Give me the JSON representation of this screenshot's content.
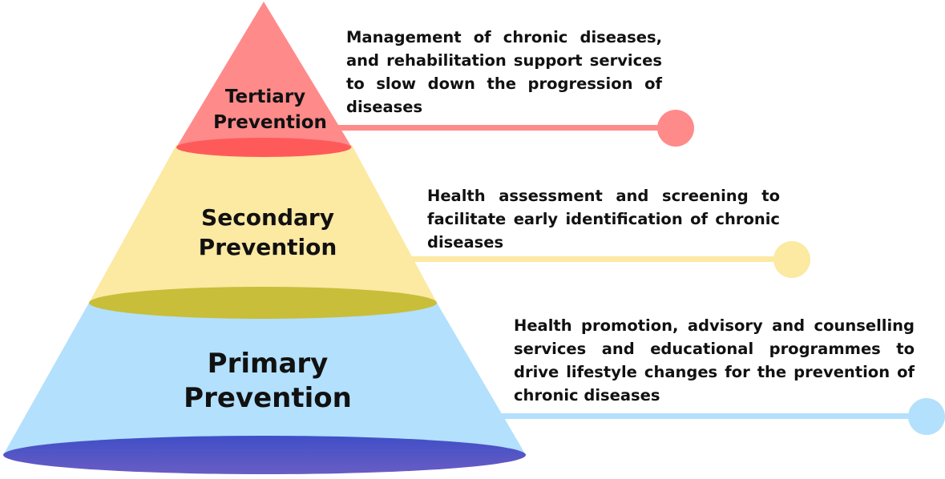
{
  "tiers": {
    "tertiary": {
      "label_line1": "Tertiary",
      "label_line2": "Prevention",
      "description": "Management of chronic diseases, and rehabilitation support services to slow down the progression of diseases",
      "color": "#FF8A8A",
      "ellipse_color": "#FF5A5A"
    },
    "secondary": {
      "label_line1": "Secondary",
      "label_line2": "Prevention",
      "description": "Health assessment and screening to facilitate early identification of chronic diseases",
      "color": "#FCE9A2",
      "ellipse_color": "#C8BE3A"
    },
    "primary": {
      "label_line1": "Primary",
      "label_line2": "Prevention",
      "description": "Health promotion, advisory and counselling services and educational programmes to drive lifestyle changes for the prevention of chronic diseases",
      "color": "#B3E0FC",
      "ellipse_color": "#4A55C9"
    }
  }
}
